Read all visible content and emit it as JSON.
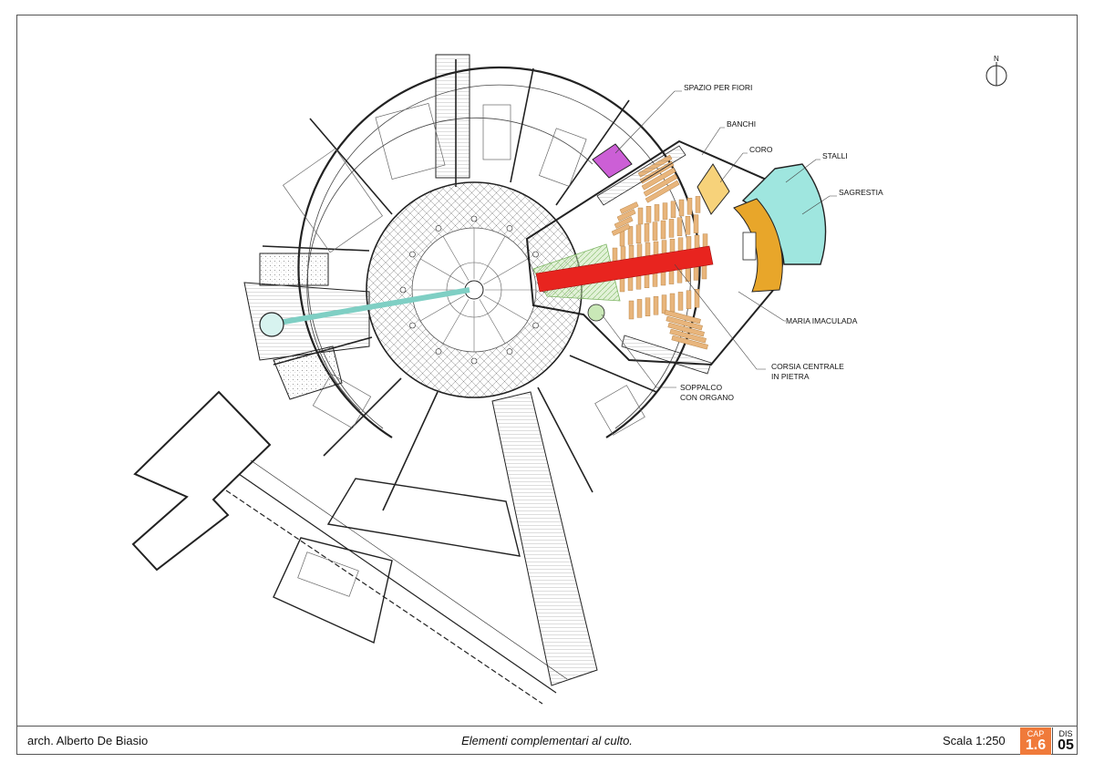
{
  "labels": {
    "spazio_fiori": "SPAZIO PER FIORI",
    "banchi": "BANCHI",
    "coro": "CORO",
    "stalli": "STALLI",
    "sagrestia": "SAGRESTIA",
    "maria": "MARIA IMACULADA",
    "corsia_1": "CORSIA CENTRALE",
    "corsia_2": "IN PIETRA",
    "soppalco_1": "SOPPALCO",
    "soppalco_2": "CON ORGANO"
  },
  "north": "N",
  "titleblock": {
    "author": "arch. Alberto De Biasio",
    "title": "Elementi complementari al culto.",
    "scale": "Scala 1:250",
    "cap_label": "CAP",
    "cap_value": "1.6",
    "dis_label": "DIS",
    "dis_value": "05"
  },
  "colors": {
    "pews": "#e8b57c",
    "aisle": "#e8241f",
    "choir": "#f7d27a",
    "stalls": "#e8a62a",
    "sacristy": "#9fe6df",
    "flowers": "#cc5fd6",
    "stone_hatch": "#bfe3a8",
    "line": "#222222"
  }
}
